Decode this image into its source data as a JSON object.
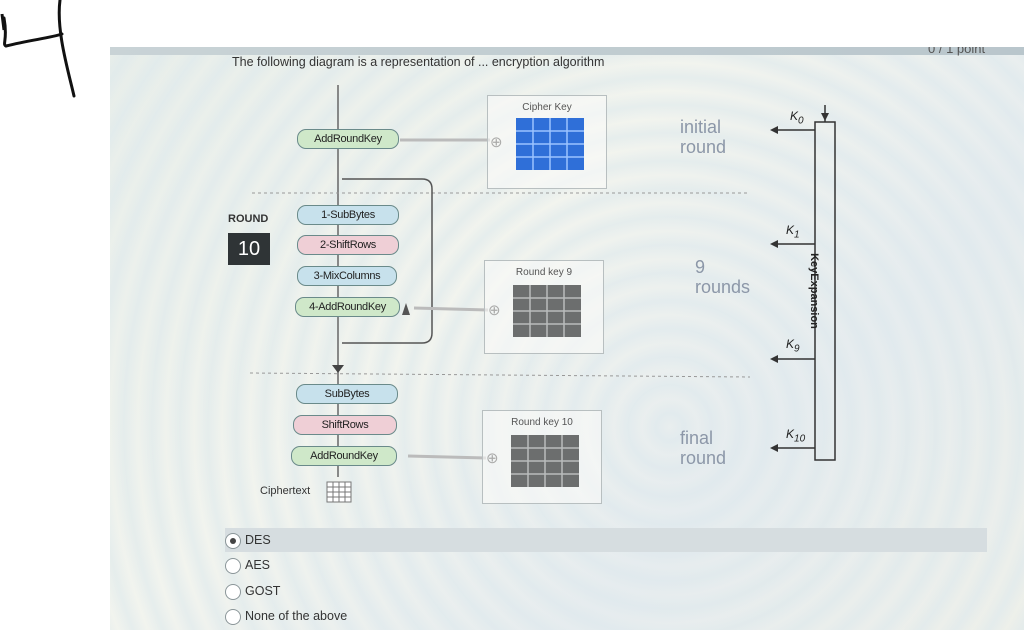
{
  "header": {
    "points": "0 / 1 point"
  },
  "question": {
    "text": "The following diagram is a representation of ... encryption algorithm"
  },
  "diagram": {
    "round_word": "ROUND",
    "round_number": "10",
    "initial_step": "AddRoundKey",
    "round_steps": [
      "1-SubBytes",
      "2-ShiftRows",
      "3-MixColumns",
      "4-AddRoundKey"
    ],
    "final_steps": [
      "SubBytes",
      "ShiftRows",
      "AddRoundKey"
    ],
    "ciphertext_label": "Ciphertext",
    "xor_symbol": "⊕",
    "cipher_key_label": "Cipher Key",
    "round_key_9_label": "Round key  9",
    "round_key_10_label": "Round key  10",
    "initial_round_label": "initial round",
    "rounds_label": "9 rounds",
    "final_round_label": "final round",
    "key_expansion_label": "KeyExpansion",
    "k_labels": [
      "K",
      "K",
      "K",
      "K"
    ],
    "k_subscripts": [
      "0",
      "1",
      "9",
      "10"
    ],
    "colors": {
      "cipher_key": "#2f6fd8",
      "round_key": "#6c6e6e"
    }
  },
  "options": [
    {
      "label": "DES",
      "selected": true
    },
    {
      "label": "AES",
      "selected": false
    },
    {
      "label": "GOST",
      "selected": false
    },
    {
      "label": "None of the above",
      "selected": false
    }
  ]
}
